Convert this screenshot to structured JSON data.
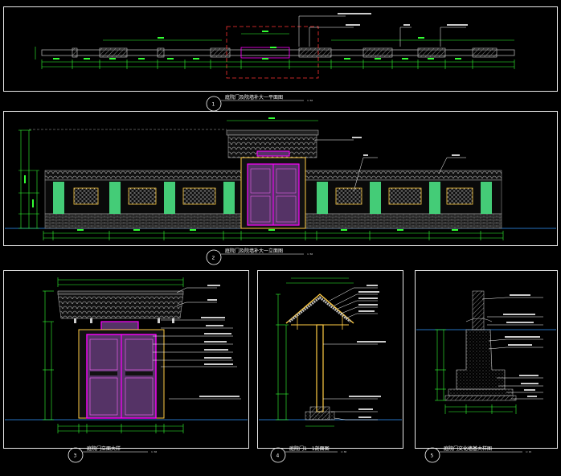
{
  "drawing": {
    "colors": {
      "background": "#000000",
      "frame": "#e8e8e8",
      "dimension": "#33ff33",
      "wall": "#aaaaaa",
      "roof_tile": "#bbbbbb",
      "door_magenta": "#ff00ff",
      "door_fill": "#553366",
      "column_green": "#44cc77",
      "timber_yellow": "#ffcc44",
      "ground_blue": "#3399ff",
      "section_red": "#ff3333",
      "leader_white": "#ffffff"
    },
    "views": [
      {
        "number": "1",
        "title": "庭院门及院墙补大一平面图",
        "scale": "1:50"
      },
      {
        "number": "2",
        "title": "庭院门及院墙补大一立面图",
        "scale": "1:50"
      },
      {
        "number": "3",
        "title": "庭院门立面大样",
        "scale": "1:30"
      },
      {
        "number": "4",
        "title": "庭院门1－1剖面图",
        "scale": "1:30"
      },
      {
        "number": "5",
        "title": "庭院门文化墙基大样图",
        "scale": "1:15"
      }
    ]
  }
}
